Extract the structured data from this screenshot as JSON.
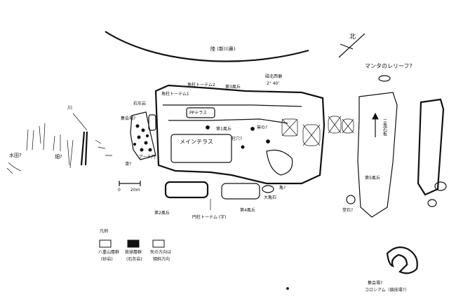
{
  "map": {
    "coast_label": "陸 (新川鼻)",
    "north_label": "北",
    "bearing_label": "磁北西偏",
    "bearing_value": "2° 40'",
    "labels": {
      "river": "川",
      "paddy": "水田?",
      "field": "畑?",
      "limestone": "石灰岩",
      "gathering_place": "集会場?",
      "moat": "濠?",
      "arch_gate": "アーチ門",
      "totem_1": "角柱トーテム1",
      "totem_2": "角柱トーテム2",
      "terrace_3": "第3風丘",
      "pp_terrace": "PPテラス",
      "terrace_1": "第1風丘",
      "main_terrace": "メインテラス",
      "pillar_hole": "柱穴?",
      "kiln": "窯の?",
      "terrace_2": "第2風丘",
      "round_totem": "円柱トーテム (字)",
      "terrace_4": "第4風丘",
      "turtle": "亀?",
      "big_turtle_stone": "大亀石",
      "terrace_5": "第5風丘",
      "triangle_stone": "三角石板",
      "manta_relief": "マンタのレリーフ?",
      "stele": "堂石?",
      "gathering_colosseum_1": "集会場?",
      "gathering_colosseum_2": "コロシアム（競技場?）"
    },
    "scale": {
      "zero": "0",
      "twenty": "20m"
    }
  },
  "legend": {
    "title": "凡例",
    "items": [
      {
        "line1": "八重山層群",
        "line2": "(砂岩)"
      },
      {
        "line1": "琉球層群",
        "line2": "(石灰岩)"
      },
      {
        "line1": "矢の方向は",
        "line2": "傾斜方向"
      }
    ]
  }
}
